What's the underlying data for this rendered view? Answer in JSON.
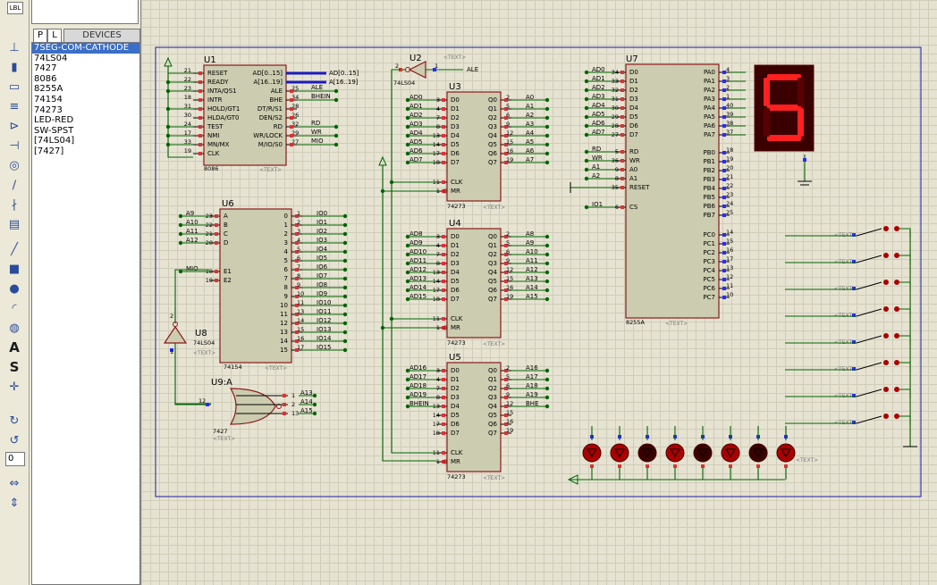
{
  "panel": {
    "tab_p": "P",
    "tab_l": "L",
    "title": "DEVICES",
    "lbl": "LBL",
    "zoom": "0",
    "devices": [
      "7SEG-COM-CATHODE",
      "74LS04",
      "7427",
      "8086",
      "8255A",
      "74154",
      "74273",
      "LED-RED",
      "SW-SPST",
      "[74LS04]",
      "[7427]"
    ]
  },
  "colors": {
    "wire": "#006400",
    "chip_border": "#8b1a1a",
    "chip_fill": "#ccccb0",
    "sheet_border": "#1c1ca0",
    "led_red": "#cc0000",
    "seg_on": "#ff2020"
  },
  "display": {
    "digit": "5"
  },
  "text_tag": "<TEXT>",
  "u1": {
    "ref": "U1",
    "part": "8086",
    "lpins": [
      [
        "21",
        "RESET"
      ],
      [
        "22",
        "READY"
      ],
      [
        "23",
        "INTA/QS1"
      ],
      [
        "18",
        "INTR"
      ],
      [
        "31",
        "HOLD/GT1"
      ],
      [
        "30",
        "HLDA/GT0"
      ],
      [
        "24",
        "TEST"
      ],
      [
        "17",
        "NMI"
      ],
      [
        "33",
        "MN/MX"
      ],
      [
        "19",
        "CLK"
      ]
    ],
    "rpins": [
      [
        "",
        "AD[0..15]"
      ],
      [
        "",
        "A[16..19]"
      ],
      [
        "25",
        "ALE"
      ],
      [
        "34",
        "BHE"
      ],
      [
        "28",
        "DT/R/S1"
      ],
      [
        "26",
        "DEN/S2"
      ],
      [
        "32",
        "RD"
      ],
      [
        "29",
        "WR/LOCK"
      ],
      [
        "27",
        "M/IO/S0"
      ]
    ],
    "nets": [
      "AD[0..15]",
      "A[16..19]",
      "ALE",
      "BHEIN",
      "RD",
      "WR",
      "MIO"
    ]
  },
  "u2": {
    "ref": "U2",
    "part": "74LS04",
    "pin_in": "2",
    "pin_out": "1",
    "net": "ALE"
  },
  "u3": {
    "ref": "U3",
    "part": "74273",
    "rows": [
      [
        "AD0",
        "3",
        "D0",
        "Q0",
        "2",
        "A0"
      ],
      [
        "AD1",
        "4",
        "D1",
        "Q1",
        "5",
        "A1"
      ],
      [
        "AD2",
        "7",
        "D2",
        "Q2",
        "6",
        "A2"
      ],
      [
        "AD3",
        "8",
        "D3",
        "Q3",
        "9",
        "A3"
      ],
      [
        "AD4",
        "13",
        "D4",
        "Q4",
        "12",
        "A4"
      ],
      [
        "AD5",
        "14",
        "D5",
        "Q5",
        "15",
        "A5"
      ],
      [
        "AD6",
        "17",
        "D6",
        "Q6",
        "16",
        "A6"
      ],
      [
        "AD7",
        "18",
        "D7",
        "Q7",
        "19",
        "A7"
      ]
    ],
    "clk": [
      "11",
      "CLK"
    ],
    "mr": [
      "1",
      "MR"
    ]
  },
  "u4": {
    "ref": "U4",
    "part": "74273",
    "rows": [
      [
        "AD8",
        "3",
        "D0",
        "Q0",
        "2",
        "A8"
      ],
      [
        "AD9",
        "4",
        "D1",
        "Q1",
        "5",
        "A9"
      ],
      [
        "AD10",
        "7",
        "D2",
        "Q2",
        "6",
        "A10"
      ],
      [
        "AD11",
        "8",
        "D3",
        "Q3",
        "9",
        "A11"
      ],
      [
        "AD12",
        "13",
        "D4",
        "Q4",
        "12",
        "A12"
      ],
      [
        "AD13",
        "14",
        "D5",
        "Q5",
        "15",
        "A13"
      ],
      [
        "AD14",
        "17",
        "D6",
        "Q6",
        "16",
        "A14"
      ],
      [
        "AD15",
        "18",
        "D7",
        "Q7",
        "19",
        "A15"
      ]
    ],
    "clk": [
      "11",
      "CLK"
    ],
    "mr": [
      "1",
      "MR"
    ]
  },
  "u5": {
    "ref": "U5",
    "part": "74273",
    "rows": [
      [
        "AD16",
        "3",
        "D0",
        "Q0",
        "2",
        "A16"
      ],
      [
        "AD17",
        "4",
        "D1",
        "Q1",
        "5",
        "A17"
      ],
      [
        "AD18",
        "7",
        "D2",
        "Q2",
        "6",
        "A18"
      ],
      [
        "AD19",
        "8",
        "D3",
        "Q3",
        "9",
        "A19"
      ],
      [
        "BHEIN",
        "13",
        "D4",
        "Q4",
        "12",
        "BHE"
      ],
      [
        "",
        "14",
        "D5",
        "Q5",
        "15",
        ""
      ],
      [
        "",
        "17",
        "D6",
        "Q6",
        "16",
        ""
      ],
      [
        "",
        "18",
        "D7",
        "Q7",
        "19",
        ""
      ]
    ],
    "clk": [
      "11",
      "CLK"
    ],
    "mr": [
      "1",
      "MR"
    ]
  },
  "u6": {
    "ref": "U6",
    "part": "74154",
    "lpins": [
      [
        "A9",
        "23",
        "A"
      ],
      [
        "A10",
        "22",
        "B"
      ],
      [
        "A11",
        "21",
        "C"
      ],
      [
        "A12",
        "20",
        "D"
      ],
      [
        "MIO",
        "18",
        "E1"
      ],
      [
        "",
        "19",
        "E2"
      ]
    ],
    "rpins": [
      [
        "0",
        "1",
        "IO0"
      ],
      [
        "1",
        "2",
        "IO1"
      ],
      [
        "2",
        "3",
        "IO2"
      ],
      [
        "3",
        "4",
        "IO3"
      ],
      [
        "4",
        "5",
        "IO4"
      ],
      [
        "5",
        "6",
        "IO5"
      ],
      [
        "6",
        "7",
        "IO6"
      ],
      [
        "7",
        "8",
        "IO7"
      ],
      [
        "8",
        "9",
        "IO8"
      ],
      [
        "9",
        "10",
        "IO9"
      ],
      [
        "10",
        "11",
        "IO10"
      ],
      [
        "11",
        "13",
        "IO11"
      ],
      [
        "12",
        "14",
        "IO12"
      ],
      [
        "13",
        "15",
        "IO13"
      ],
      [
        "14",
        "16",
        "IO14"
      ],
      [
        "15",
        "17",
        "IO15"
      ]
    ]
  },
  "u7": {
    "ref": "U7",
    "part": "8255A",
    "dpins": [
      [
        "AD0",
        "34",
        "D0"
      ],
      [
        "AD1",
        "33",
        "D1"
      ],
      [
        "AD2",
        "32",
        "D2"
      ],
      [
        "AD3",
        "31",
        "D3"
      ],
      [
        "AD4",
        "30",
        "D4"
      ],
      [
        "AD5",
        "29",
        "D5"
      ],
      [
        "AD6",
        "28",
        "D6"
      ],
      [
        "AD7",
        "27",
        "D7"
      ]
    ],
    "cpins": [
      [
        "RD",
        "5",
        "RD"
      ],
      [
        "WR",
        "36",
        "WR"
      ],
      [
        "A1",
        "9",
        "A0"
      ],
      [
        "A2",
        "8",
        "A1"
      ],
      [
        "",
        "35",
        "RESET"
      ],
      [
        "IO1",
        "6",
        "CS"
      ]
    ],
    "pa": [
      [
        "PA0",
        "4"
      ],
      [
        "PA1",
        "3"
      ],
      [
        "PA2",
        "2"
      ],
      [
        "PA3",
        "1"
      ],
      [
        "PA4",
        "40"
      ],
      [
        "PA5",
        "39"
      ],
      [
        "PA6",
        "38"
      ],
      [
        "PA7",
        "37"
      ]
    ],
    "pb": [
      [
        "PB0",
        "18"
      ],
      [
        "PB1",
        "19"
      ],
      [
        "PB2",
        "20"
      ],
      [
        "PB3",
        "21"
      ],
      [
        "PB4",
        "22"
      ],
      [
        "PB5",
        "23"
      ],
      [
        "PB6",
        "24"
      ],
      [
        "PB7",
        "25"
      ]
    ],
    "pc": [
      [
        "PC0",
        "14"
      ],
      [
        "PC1",
        "15"
      ],
      [
        "PC2",
        "16"
      ],
      [
        "PC3",
        "17"
      ],
      [
        "PC4",
        "13"
      ],
      [
        "PC5",
        "12"
      ],
      [
        "PC6",
        "11"
      ],
      [
        "PC7",
        "10"
      ]
    ]
  },
  "u8": {
    "ref": "U8",
    "part": "74LS04",
    "pin_in": "1",
    "pin_out": "2"
  },
  "u9": {
    "ref": "U9:A",
    "part": "7427",
    "pins": [
      [
        "1",
        "A13"
      ],
      [
        "2",
        "A14"
      ],
      [
        "13",
        "A15"
      ]
    ],
    "out": "12"
  },
  "leds": {
    "count": 8,
    "states": [
      true,
      true,
      false,
      true,
      false,
      true,
      false,
      true
    ]
  },
  "switches": {
    "count": 8
  }
}
